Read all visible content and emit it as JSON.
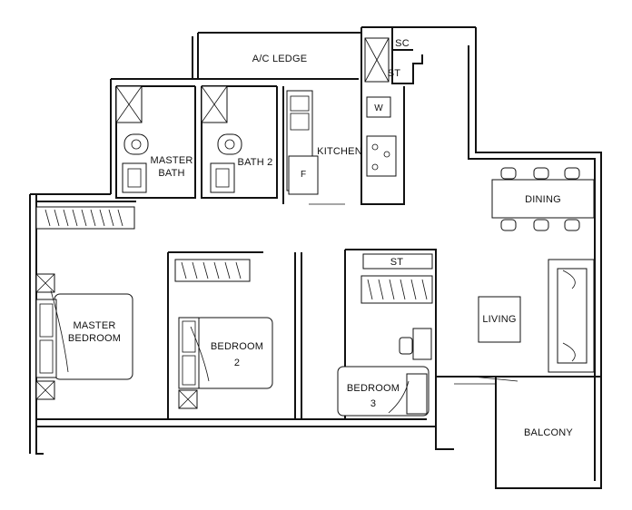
{
  "rooms": {
    "ac_ledge": "A/C LEDGE",
    "sc": "SC",
    "st_top": "ST",
    "master_bath": [
      "MASTER",
      "BATH"
    ],
    "bath2": "BATH 2",
    "kitchen": "KITCHEN",
    "washer": "W",
    "fridge": "F",
    "dining": "DINING",
    "living": "LIVING",
    "master_bedroom": [
      "MASTER",
      "BEDROOM"
    ],
    "bedroom2": [
      "BEDROOM",
      "2"
    ],
    "bedroom3": [
      "BEDROOM",
      "3"
    ],
    "st_bed3": "ST",
    "balcony": "BALCONY"
  }
}
